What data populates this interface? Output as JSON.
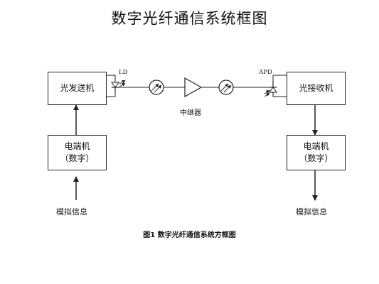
{
  "title": "数字光纤通信系统框图",
  "transmitter": {
    "label": "光发送机",
    "laser_label": "LD"
  },
  "receiver": {
    "label": "光接收机",
    "detector_label": "APD"
  },
  "repeater_label": "中继器",
  "terminal_left": {
    "line1": "电端机",
    "line2": "（数字）"
  },
  "terminal_right": {
    "line1": "电端机",
    "line2": "（数字）"
  },
  "input_label": "模拟信息",
  "output_label": "模拟信息",
  "caption": "图1  数字光纤通信系统方框图"
}
